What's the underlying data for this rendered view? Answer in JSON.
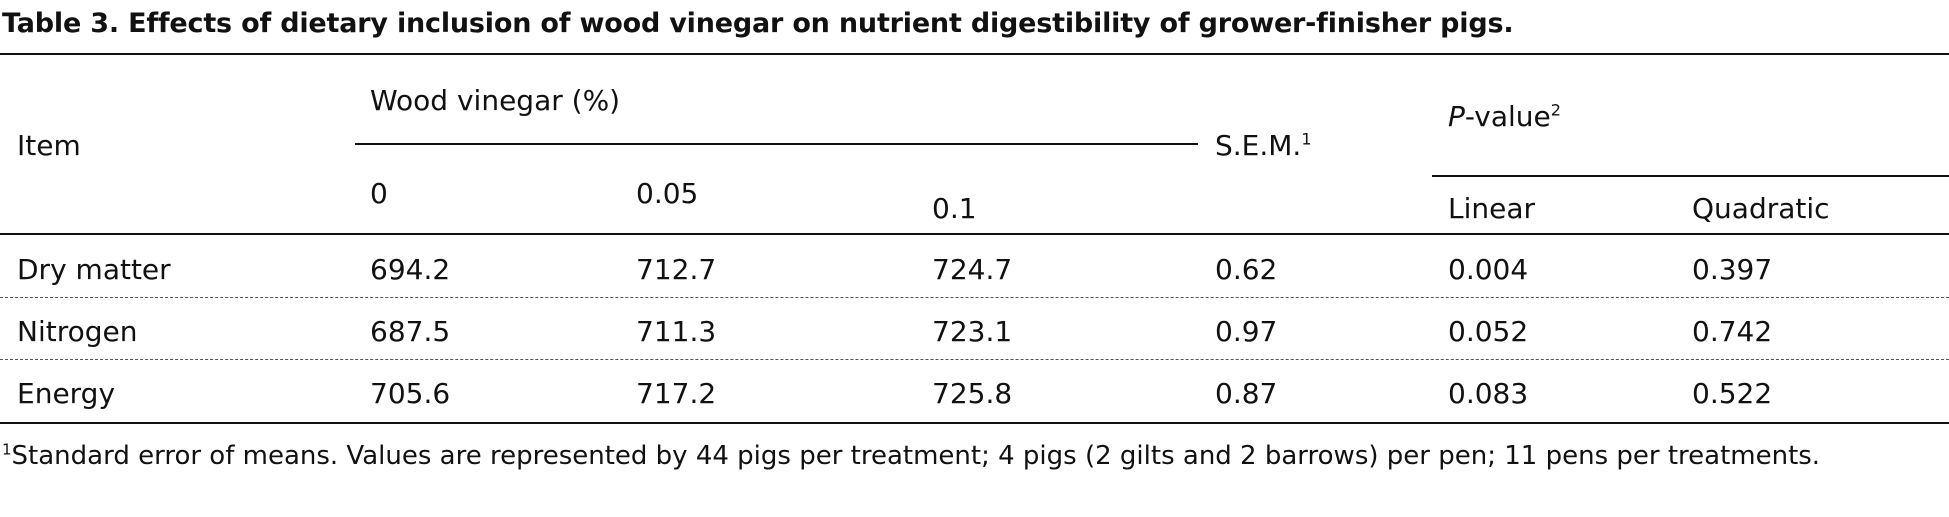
{
  "table": {
    "title": "Table 3. Effects of dietary inclusion of wood vinegar on nutrient digestibility of grower-finisher pigs.",
    "header": {
      "item": "Item",
      "group_wood_vinegar": "Wood vinegar (%)",
      "levels": [
        "0",
        "0.05",
        "0.1"
      ],
      "sem": "S.E.M.",
      "sem_note_marker": "1",
      "pvalue_italic": "P",
      "pvalue_rest": "-value",
      "pvalue_note_marker": "2",
      "linear": "Linear",
      "quadratic": "Quadratic"
    },
    "rows": [
      {
        "item": "Dry matter",
        "v0": "694.2",
        "v005": "712.7",
        "v01": "724.7",
        "sem": "0.62",
        "linear": "0.004",
        "quadratic": "0.397"
      },
      {
        "item": "Nitrogen",
        "v0": "687.5",
        "v005": "711.3",
        "v01": "723.1",
        "sem": "0.97",
        "linear": "0.052",
        "quadratic": "0.742"
      },
      {
        "item": "Energy",
        "v0": "705.6",
        "v005": "717.2",
        "v01": "725.8",
        "sem": "0.87",
        "linear": "0.083",
        "quadratic": "0.522"
      }
    ],
    "footnote_marker": "1",
    "footnote_text": "Standard error of means. Values are represented by 44 pigs per treatment; 4 pigs (2 gilts and 2 barrows) per pen; 11 pens per treatments."
  }
}
